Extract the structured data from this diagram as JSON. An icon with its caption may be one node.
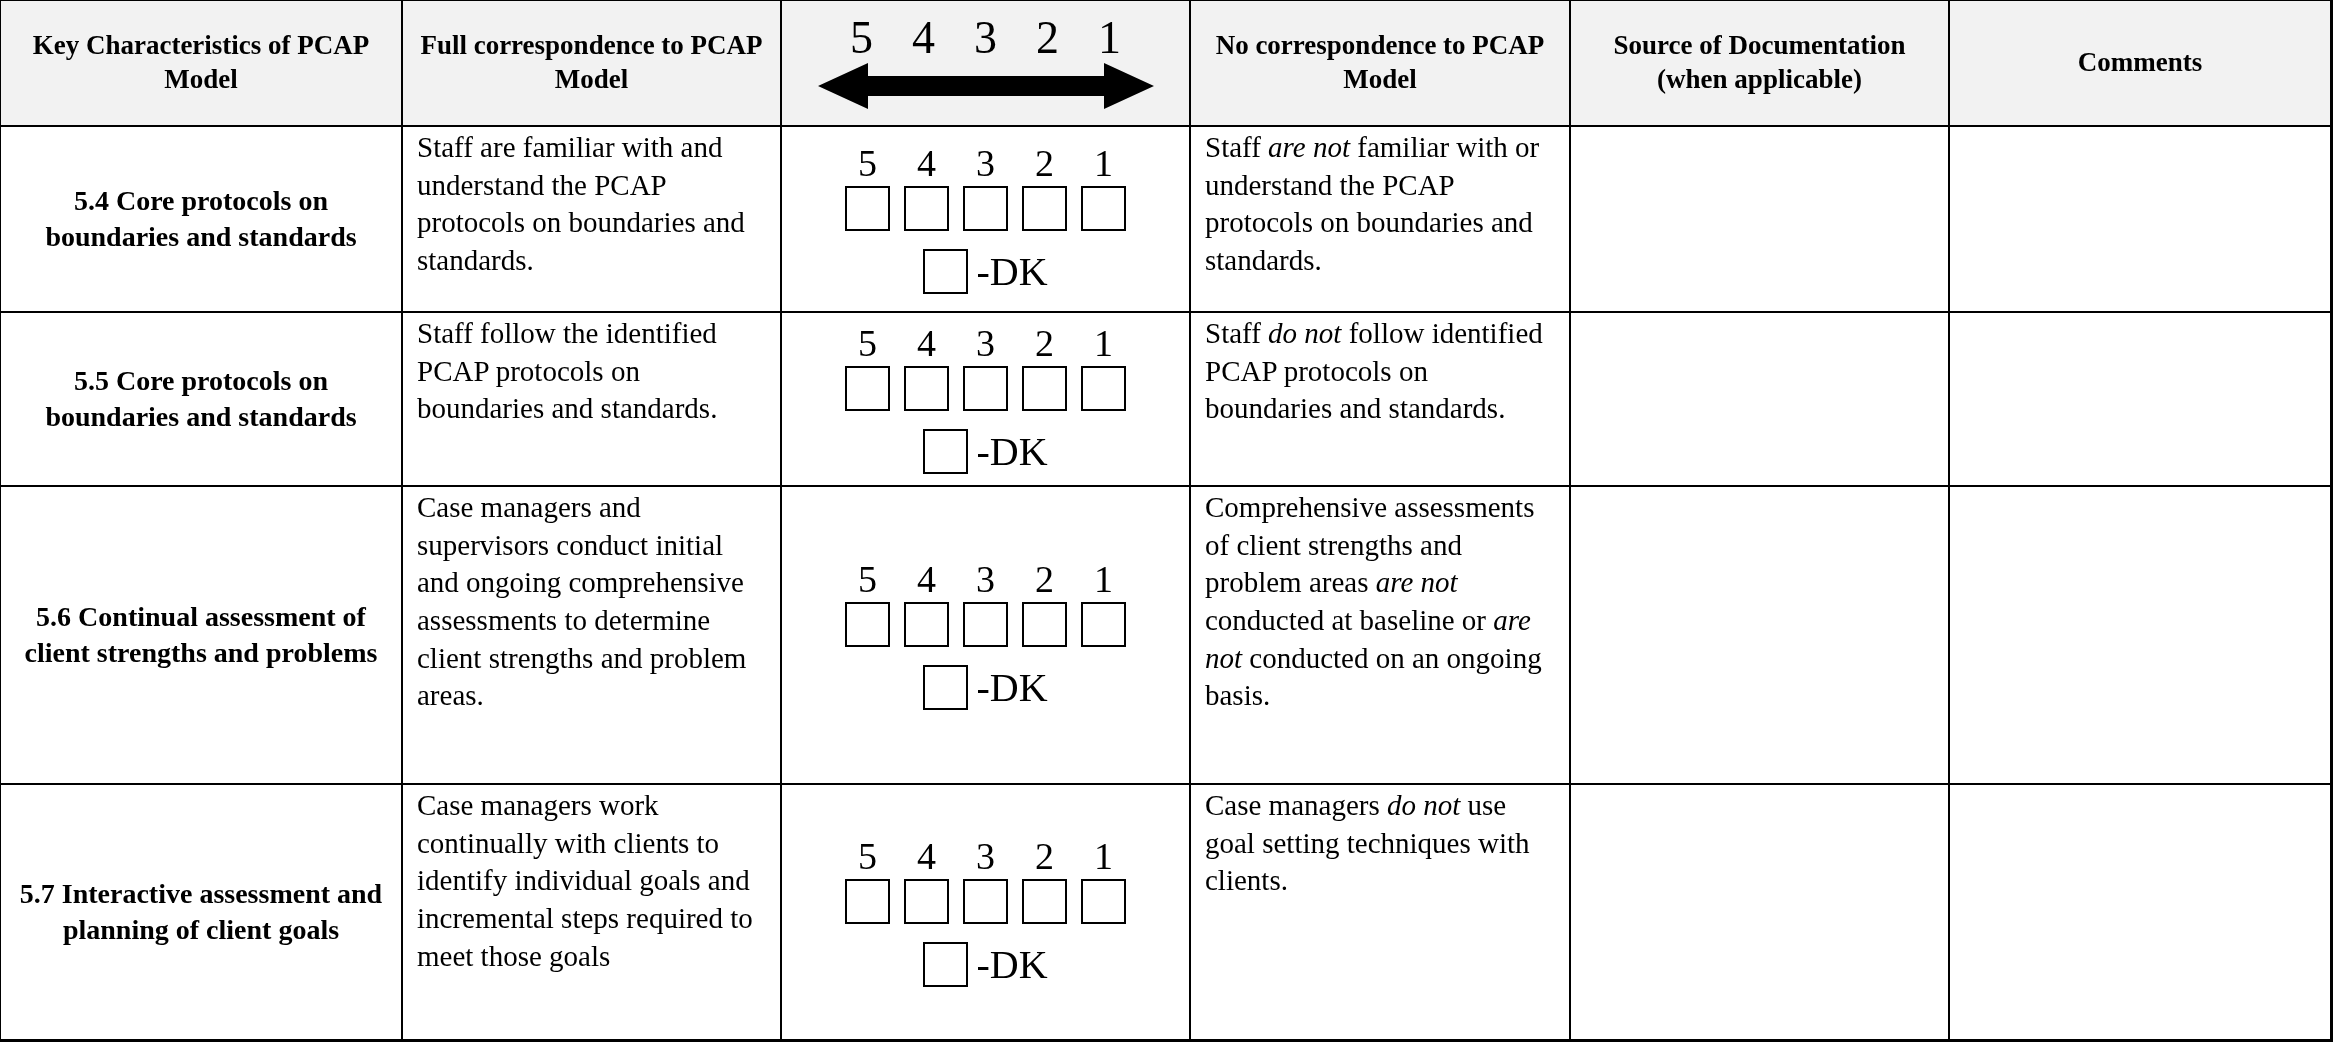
{
  "diagram": {
    "labels": [
      "Key Characteristics of PCAP Model",
      "Full correspondence to PCAP Model",
      "5",
      "4",
      "3",
      "2",
      "1",
      "No correspondence to PCAP Model",
      "Source of Documentation (when applicable)",
      "Comments",
      "5.4 Core protocols on boundaries and standards",
      "Staff are familiar with and understand the PCAP protocols on boundaries and standards.",
      "5",
      "4",
      "3",
      "2",
      "1",
      "-DK",
      "Staff *are not* familiar with or understand the PCAP protocols on boundaries and standards.",
      "5.5 Core protocols on boundaries and standards",
      "Staff follow the identified PCAP protocols on boundaries and standards.",
      "5",
      "4",
      "3",
      "2",
      "1",
      "-DK",
      "Staff *do not* follow identified PCAP protocols on boundaries and standards.",
      "5.6 Continual assessment of client strengths and problems",
      "Case managers and supervisors conduct initial and ongoing comprehensive assessments to determine client strengths and problem areas.",
      "5",
      "4",
      "3",
      "2",
      "1",
      "-DK",
      "Comprehensive assessments of client strengths and problem areas *are not* conducted at baseline or *are not* conducted on an ongoing basis.",
      "5.7 Interactive assessment and planning of client goals",
      "Case managers work continually with clients to identify individual goals and incremental steps required to meet those goals",
      "5",
      "4",
      "3",
      "2",
      "1",
      "-DK",
      "Case managers *do not* use goal setting techniques with clients."
    ]
  }
}
